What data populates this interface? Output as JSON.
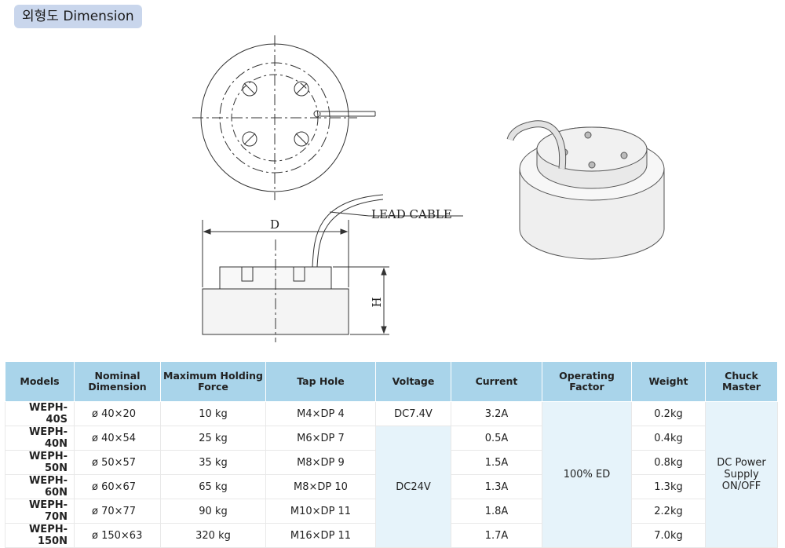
{
  "section_tag": "외형도 Dimension",
  "drawing": {
    "lead_cable_label": "LEAD CABLE",
    "d_label": "D",
    "h_label": "H"
  },
  "table": {
    "headers": [
      "Models",
      "Nominal Dimension",
      "Maximum Holding Force",
      "Tap Hole",
      "Voltage",
      "Current",
      "Operating Factor",
      "Weight",
      "Chuck Master"
    ],
    "rows": [
      {
        "model": "WEPH-40S",
        "dimension": "ø 40×20",
        "force": "10 kg",
        "tap": "M4×DP 4",
        "current": "3.2A",
        "weight": "0.2kg"
      },
      {
        "model": "WEPH-40N",
        "dimension": "ø 40×54",
        "force": "25 kg",
        "tap": "M6×DP 7",
        "current": "0.5A",
        "weight": "0.4kg"
      },
      {
        "model": "WEPH-50N",
        "dimension": "ø 50×57",
        "force": "35 kg",
        "tap": "M8×DP 9",
        "current": "1.5A",
        "weight": "0.8kg"
      },
      {
        "model": "WEPH-60N",
        "dimension": "ø 60×67",
        "force": "65 kg",
        "tap": "M8×DP 10",
        "current": "1.3A",
        "weight": "1.3kg"
      },
      {
        "model": "WEPH-70N",
        "dimension": "ø 70×77",
        "force": "90 kg",
        "tap": "M10×DP 11",
        "current": "1.8A",
        "weight": "2.2kg"
      },
      {
        "model": "WEPH-150N",
        "dimension": "ø 150×63",
        "force": "320 kg",
        "tap": "M16×DP 11",
        "current": "1.7A",
        "weight": "7.0kg"
      }
    ],
    "voltage_first": "DC7.4V",
    "voltage_rest": "DC24V",
    "operating_factor": "100% ED",
    "chuck_master": "DC Power Supply ON/OFF"
  }
}
